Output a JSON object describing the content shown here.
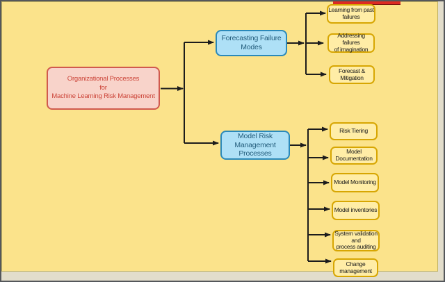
{
  "colors": {
    "canvas_background": "#fbe38b",
    "connector_line": "#1c1c1c",
    "root_fill": "#f8d3ca",
    "root_border": "#d05a4e",
    "root_text": "#cc4539",
    "branch_fill": "#aee0f6",
    "branch_border": "#2a89ba",
    "branch_text": "#235d7c",
    "leaf_fill": "#ffeda6",
    "leaf_border": "#d7a602",
    "leaf_text": "#1a1a1a",
    "cropped_top_bar": "#dd2b22"
  },
  "nodes": {
    "root": {
      "label": "Organizational Processes\nfor\nMachine Learning Risk Management"
    },
    "branch1": {
      "label": "Forecasting Failure\nModes"
    },
    "branch2": {
      "label": "Model Risk\nManagement\nProcesses"
    },
    "leaf1a": {
      "label": "Learning from past\nfailures"
    },
    "leaf1b": {
      "label": "Addressing failures\nof imagination"
    },
    "leaf1c": {
      "label": "Forecast &\nMitigation"
    },
    "leaf2a": {
      "label": "Risk Tiering"
    },
    "leaf2b": {
      "label": "Model\nDocumentation"
    },
    "leaf2c": {
      "label": "Model Monitoring"
    },
    "leaf2d": {
      "label": "Model inventories"
    },
    "leaf2e": {
      "label": "System validation\nand\nprocess auditing"
    },
    "leaf2f": {
      "label": "Change\nmanagement"
    }
  }
}
